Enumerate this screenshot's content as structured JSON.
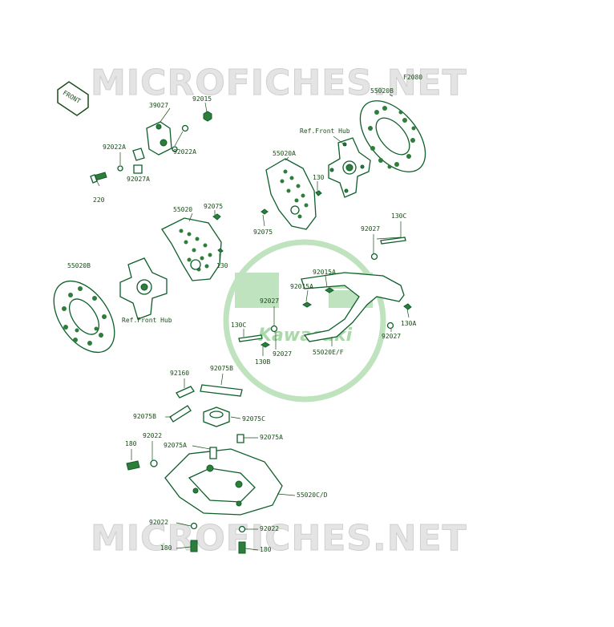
{
  "watermark_top": "MICROFICHES.NET",
  "watermark_bottom": "MICROFICHES.NET",
  "logo_text": "Kawasaki",
  "figure_code": "F2080",
  "front_arrow_label": "FRONT",
  "labels": {
    "p39027": "39027",
    "p92015": "92015",
    "p92022a_l": "92022A",
    "p92022a_r": "92022A",
    "p92027a": "92027A",
    "p220": "220",
    "p55020b_top": "55020B",
    "p55020b_left": "55020B",
    "ref_hub_top": "Ref.Front Hub",
    "ref_hub_left": "Ref.Front Hub",
    "p55020a": "55020A",
    "p130_top": "130",
    "p92075_top": "92075",
    "p55020": "55020",
    "p92075_mid": "92075",
    "p130_mid": "130",
    "p92027_top": "92027",
    "p130c_top": "130C",
    "p92015a_top": "92015A",
    "p92015a_mid": "92015A",
    "p92027_left": "92027",
    "p130c_left": "130C",
    "p130b": "130B",
    "p92027_bot": "92027",
    "p55020ef": "55020E/F",
    "p92027_right": "92027",
    "p130a": "130A",
    "p92160": "92160",
    "p92075b_top": "92075B",
    "p92075b_left": "92075B",
    "p92075c": "92075C",
    "p180_left": "180",
    "p92022_left": "92022",
    "p92075a_left": "92075A",
    "p92075a_right": "92075A",
    "p55020cd": "55020C/D",
    "p92022_bl": "92022",
    "p92022_br": "92022",
    "p180_bl": "180",
    "p180_br": "180"
  },
  "colors": {
    "part_outline": "#0d5f2a",
    "part_fill_dark": "#2e7d3a",
    "logo_green": "#3cb043",
    "label": "#1a4d1a",
    "watermark": "#e4e4e4"
  }
}
